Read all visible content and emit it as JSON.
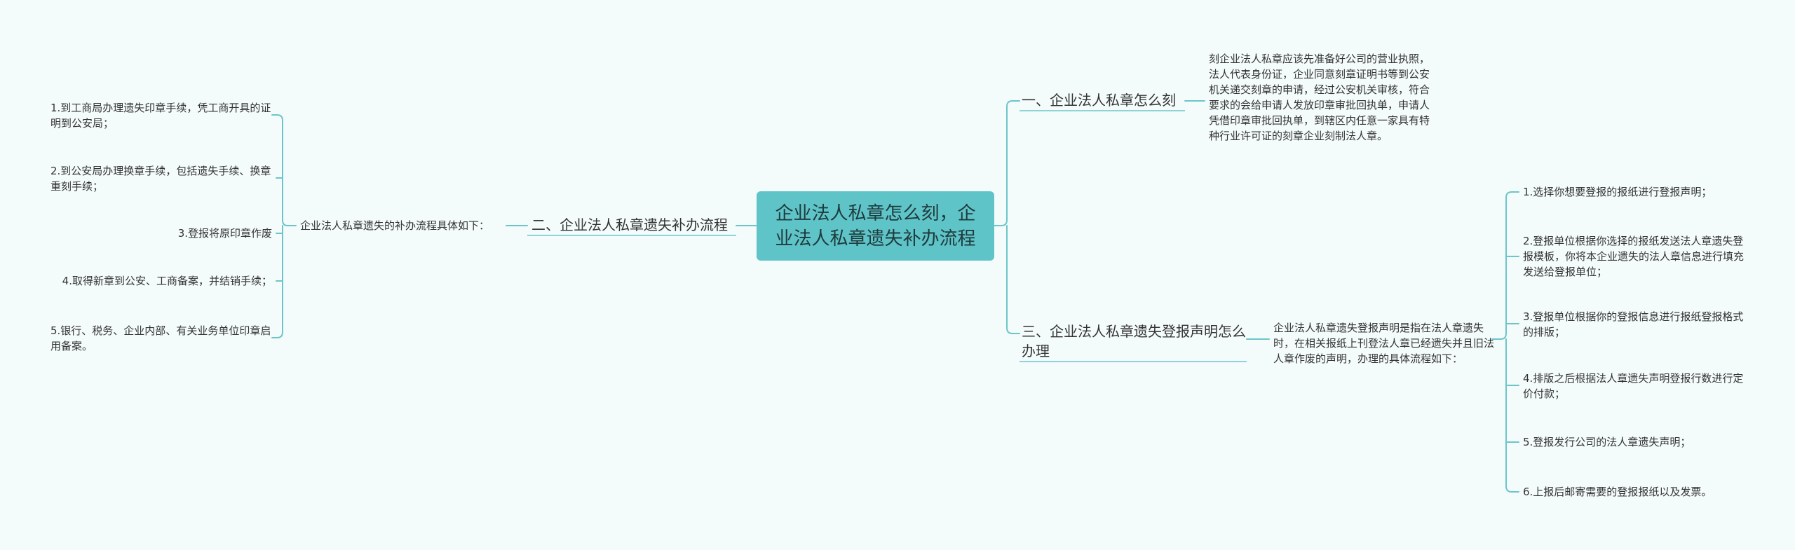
{
  "root": {
    "title": "企业法人私章怎么刻，企业法人私章遗失补办流程"
  },
  "branches": [
    {
      "label": "一、企业法人私章怎么刻",
      "detail": "刻企业法人私章应该先准备好公司的营业执照，法人代表身份证，企业同意刻章证明书等到公安机关递交刻章的申请，经过公安机关审核，符合要求的会给申请人发放印章审批回执单，申请人凭借印章审批回执单，到辖区内任意一家具有特种行业许可证的刻章企业刻制法人章。"
    },
    {
      "label": "二、企业法人私章遗失补办流程",
      "intro": "企业法人私章遗失的补办流程具体如下：",
      "steps": [
        "1.到工商局办理遗失印章手续，凭工商开具的证明到公安局；",
        "2.到公安局办理换章手续，包括遗失手续、换章重刻手续；",
        "3.登报将原印章作废",
        "4.取得新章到公安、工商备案，并结销手续；",
        "5.银行、税务、企业内部、有关业务单位印章启用备案。"
      ]
    },
    {
      "label": "三、企业法人私章遗失登报声明怎么办理",
      "intro": "企业法人私章遗失登报声明是指在法人章遗失时，在相关报纸上刊登法人章已经遗失并且旧法人章作废的声明，办理的具体流程如下：",
      "steps": [
        "1.选择你想要登报的报纸进行登报声明；",
        "2.登报单位根据你选择的报纸发送法人章遗失登报模板，你将本企业遗失的法人章信息进行填充发送给登报单位；",
        "3.登报单位根据你的登报信息进行报纸登报格式的排版；",
        "4.排版之后根据法人章遗失声明登报行数进行定价付款；",
        "5.登报发行公司的法人章遗失声明；",
        "6.上报后邮寄需要的登报报纸以及发票。"
      ]
    }
  ],
  "colors": {
    "root_fill": "#5ec4c8",
    "connector": "#6cc6c9",
    "background": "#f4fbfb"
  }
}
